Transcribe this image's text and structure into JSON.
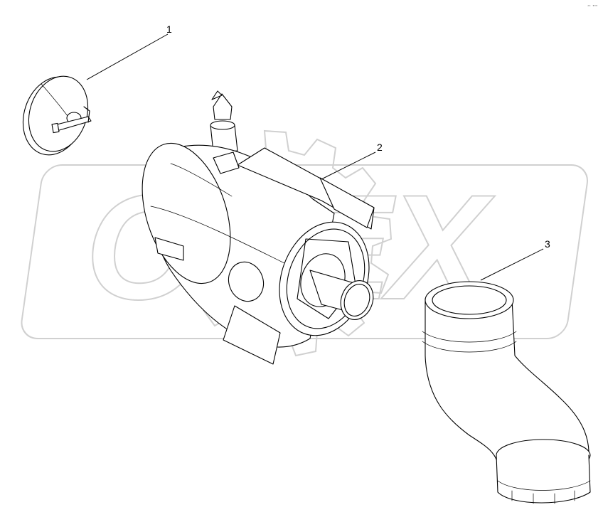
{
  "watermark": {
    "text": "OPEX",
    "color": "#d0d0d0"
  },
  "corner_mark": "ᵃᵇ ⁰⁰⁰",
  "callouts": [
    {
      "id": "1",
      "label": "1"
    },
    {
      "id": "2",
      "label": "2"
    },
    {
      "id": "3",
      "label": "3"
    }
  ]
}
